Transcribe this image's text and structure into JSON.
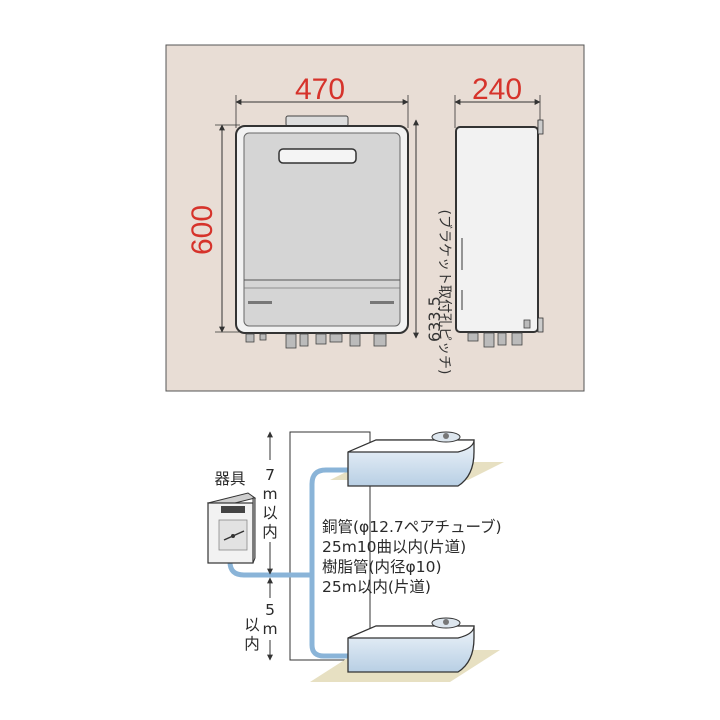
{
  "panel": {
    "bg_color": "#e8ddd5",
    "dim_width": "470",
    "dim_depth": "240",
    "dim_height": "600",
    "dim_bracket_value": "633.5",
    "dim_bracket_note": "(ブラケット取付孔ピッチ)"
  },
  "install": {
    "device_label": "器具",
    "upper_chars": [
      "7",
      "m",
      "以",
      "内"
    ],
    "lower_chars": [
      "5",
      "m",
      "以",
      "内"
    ],
    "spec_lines": [
      "銅管(φ12.7ペアチューブ)",
      "25m10曲以内(片道)",
      "樹脂管(内径φ10)",
      "25m以内(片道)"
    ],
    "pipe_color": "#8ab4d8",
    "floor_color": "#e7e0c2"
  }
}
